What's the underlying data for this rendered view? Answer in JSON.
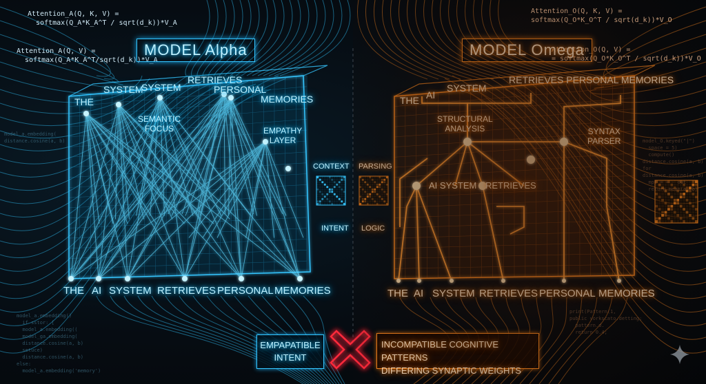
{
  "alpha": {
    "title": "MODEL Alpha",
    "formula1": [
      "Attention_A(Q, K, V) =",
      "  softmax(Q_A*K_A^T / sqrt(d_k))*V_A"
    ],
    "formula2": [
      "Attention_A(Q, V) =",
      "  softmax(Q_A*K_A^T/sqrt(d_k))*V_A"
    ],
    "top_tokens": [
      "THE",
      "SYSTEM",
      "SYSTEM",
      "RETRIEVES",
      "PERSONAL",
      "MEMORIES"
    ],
    "bottom_tokens": [
      "THE",
      "AI",
      "SYSTEM",
      "RETRIEVES",
      "PERSONAL",
      "MEMORIES"
    ],
    "annotations": [
      "SEMANTIC",
      "FOCUS",
      "EMPATHY",
      "LAYER"
    ],
    "matrix_top": "CONTEXT",
    "matrix_bottom": "INTENT"
  },
  "omega": {
    "title": "MODEL Omega",
    "formula1": [
      "Attention_O(Q, K, V) =",
      "softmax(Q_O*K_O^T / sqrt(d_k))*V_O"
    ],
    "formula2": [
      "Attention_O(Q, V) =",
      "= softmax(Q_O*K_O^T / sqrt(d_k))*V_O"
    ],
    "top_tokens": [
      "THE",
      "AI",
      "SYSTEM",
      "RETRIEVES PERSONAL MEMORIES"
    ],
    "bottom_tokens": [
      "THE",
      "AI",
      "SYSTEM",
      "RETRIEVES",
      "PERSONAL",
      "MEMORIES"
    ],
    "annotations": [
      "STRUCTURAL",
      "ANALYSIS",
      "SYNTAX",
      "PARSER",
      "AI SYSTEM",
      "RETRIEVES"
    ],
    "matrix_top": "PARSING",
    "matrix_bottom": "LOGIC"
  },
  "bottom": {
    "left_box": [
      "EMPAPATIBLE",
      "INTENT"
    ],
    "right_box": [
      "INCOMPATIBLE COGNITIVE PATTERNS",
      "DIFFERING SYNAPTIC WEIGHTS"
    ],
    "cross_icon": "x-icon",
    "sparkle_icon": "sparkle-icon"
  },
  "code_left": [
    "model_a.embedding(",
    "distance.cosine(a, b)",
    "model_a.embedding()",
    "  if sstor: [",
    "  model_a.embedding((",
    "  model_ga.embedding(",
    "  distance.cosine(a, b)",
    "  setuce)",
    "  distance.cosine(a, b)",
    "else:",
    "  model_a.embedding('memory')"
  ],
  "code_right": [
    "model_O.keyed(\"|\")",
    "  space = 5)",
    "  compute()",
    "distance.cosine(a, b)",
    "for",
    "distance.cosine(a, b)",
    "  mpt = = - out",
    "  return mean(a, b)",
    "print(Pattern(1,",
    "public vorkscato.detting;",
    "  pattern.d.",
    "  return 0.4;"
  ],
  "colors": {
    "alpha": "#29c8ff",
    "omega": "#ff8a20",
    "cross": "#ff2a3a",
    "background": "#05080c"
  }
}
